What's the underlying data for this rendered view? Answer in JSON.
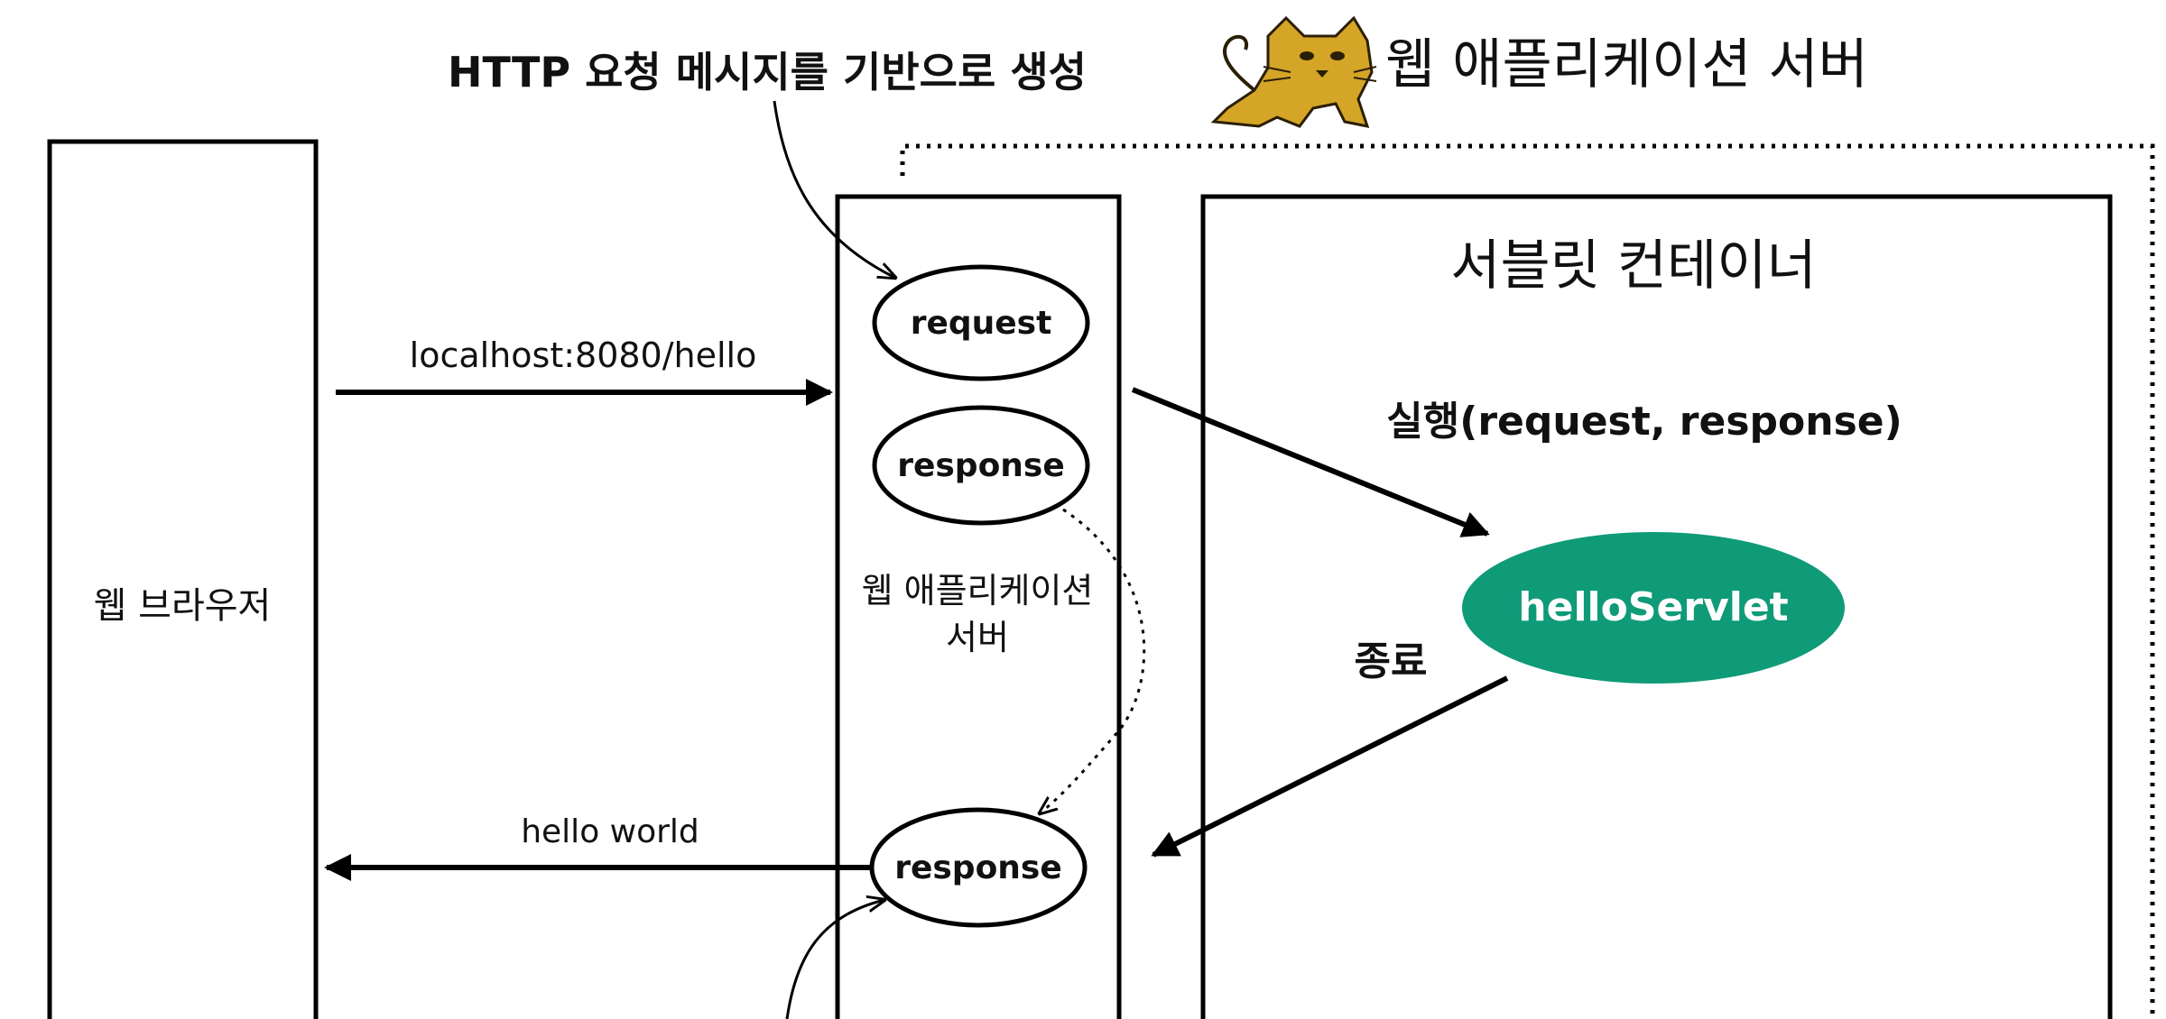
{
  "title": {
    "annotation": "HTTP 요청 메시지를 기반으로 생성",
    "server_name": "웹 애플리케이션 서버"
  },
  "browser": {
    "label": "웹 브라우저"
  },
  "was_column": {
    "label_line1": "웹 애플리케이션",
    "label_line2": "서버",
    "request_label": "request",
    "response_label": "response",
    "response_out_label": "response"
  },
  "container": {
    "title": "서블릿 컨테이너",
    "execute_label": "실행(request, response)",
    "finish_label": "종료",
    "servlet_label": "helloServlet"
  },
  "arrows": {
    "request_url": "localhost:8080/hello",
    "response_body": "hello world"
  },
  "colors": {
    "servlet_fill": "#0f9a78",
    "stroke": "#000000",
    "tomcat_body": "#d4a526",
    "background": "#ffffff"
  },
  "icons": {
    "server_logo": "tomcat-cat-icon"
  }
}
